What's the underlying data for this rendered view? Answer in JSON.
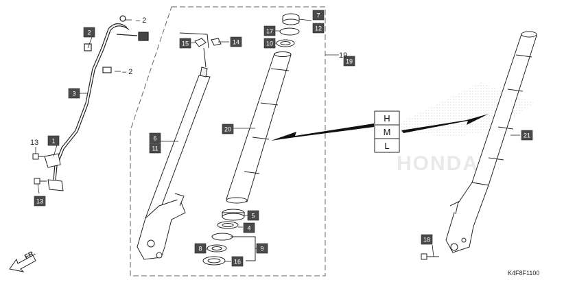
{
  "diagram_code": "K4F8F1100",
  "front_indicator": "FR.",
  "watermark_text": "HONDA",
  "size_selector": [
    "H",
    "M",
    "L"
  ],
  "callouts_boxed": [
    "2",
    "3",
    "1",
    "13",
    "15",
    "14",
    "6",
    "11",
    "17",
    "10",
    "7",
    "12",
    "19",
    "20",
    "5",
    "4",
    "8",
    "9",
    "16",
    "18",
    "21"
  ],
  "callouts_plain": [
    "2",
    "2",
    "13",
    "19"
  ],
  "colors": {
    "line": "#222222",
    "box_fill": "#4a4a4a",
    "watermark": "#d6d6d6"
  }
}
